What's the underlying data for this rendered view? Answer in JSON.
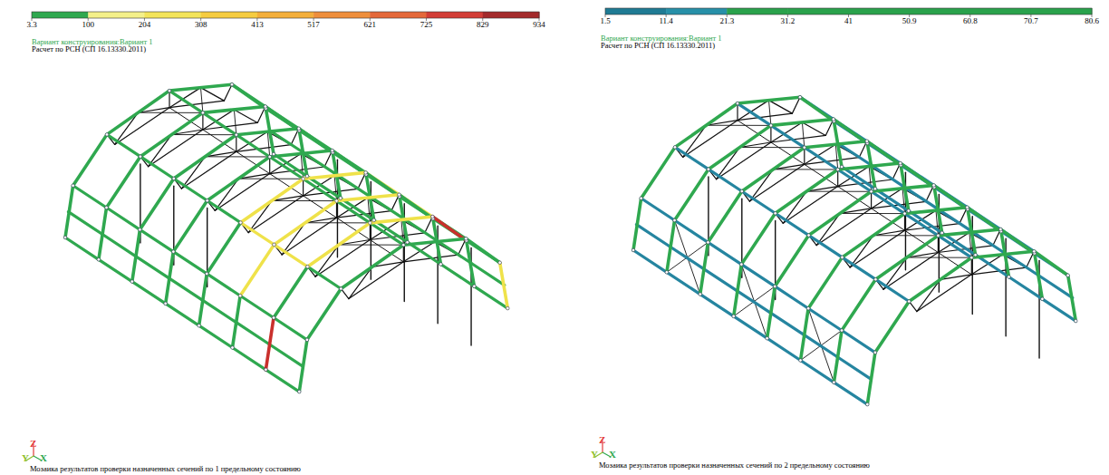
{
  "diagram": {
    "labels": [
      "3.3",
      "100",
      "204",
      "308",
      "413",
      "517",
      "621",
      "725",
      "829",
      "934",
      "Вариант конструирования:Вариант 1",
      "Расчет по РСН (СП 16.13330.2011)",
      "Мозаика результатов проверки назначенных сечений по 1 предельному состоянию",
      "Y",
      "Z",
      "X",
      "1.5",
      "11.4",
      "21.3",
      "31.2",
      "41",
      "50.9",
      "60.8",
      "70.7",
      "80.6",
      "Вариант конструирования:Вариант 1",
      "Расчет по РСН (СП 16.13330.2011)",
      "Мозаика результатов проверки назначенных сечений по 2 предельному состоянию",
      "Y",
      "Z",
      "X"
    ]
  }
}
